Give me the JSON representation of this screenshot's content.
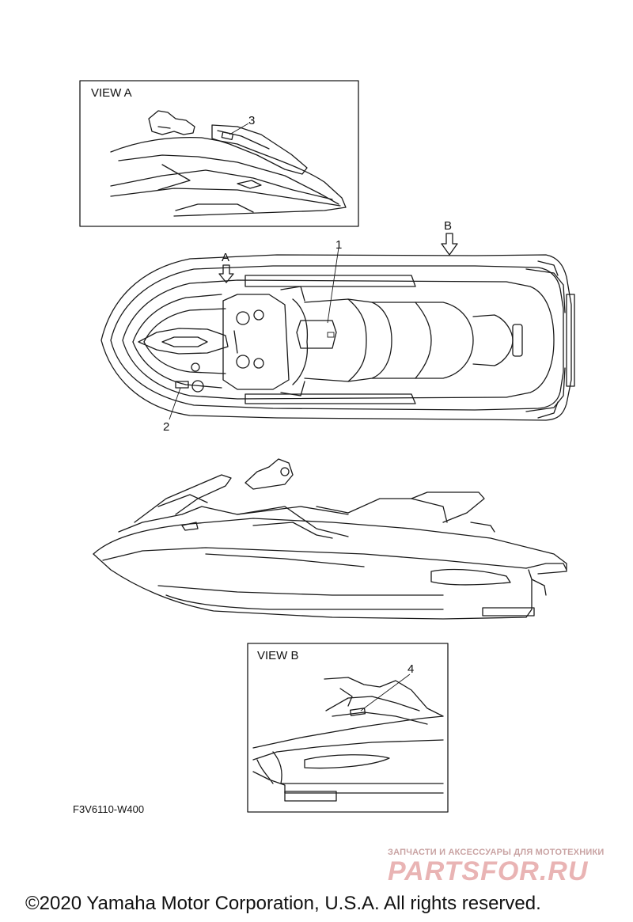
{
  "view_a": {
    "title": "VIEW A",
    "callout": "3"
  },
  "top_view": {
    "arrow_a": "A",
    "arrow_b": "B",
    "callout_1": "1",
    "callout_2": "2"
  },
  "view_b": {
    "title": "VIEW B",
    "callout": "4"
  },
  "drawing_code": "F3V6110-W400",
  "watermark": {
    "tagline": "ЗАПЧАСТИ И АКСЕССУАРЫ ДЛЯ МОТОТЕХНИКИ",
    "logo": "PARTSFOR.RU"
  },
  "copyright": "©2020 Yamaha Motor Corporation, U.S.A. All rights reserved."
}
